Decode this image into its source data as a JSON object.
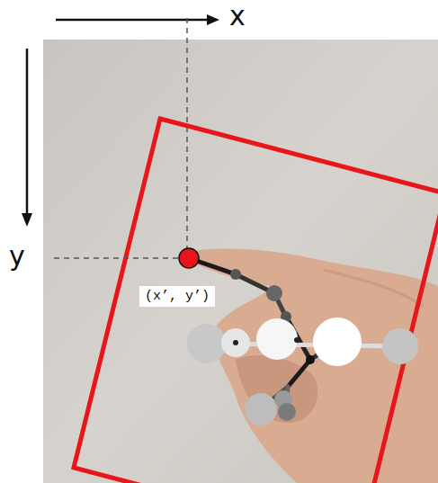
{
  "diagram": {
    "labels": [
      "x",
      "y",
      "(x’, y’)"
    ]
  }
}
